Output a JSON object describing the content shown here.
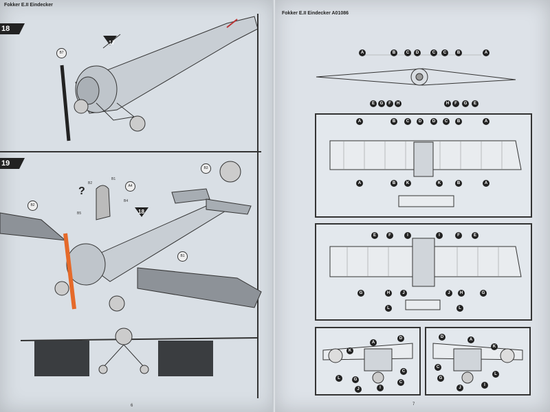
{
  "left_page": {
    "header": "Fokker E.II Eindecker",
    "step_18": {
      "number": "18",
      "callout_number": "17",
      "part_refs": [
        "B7"
      ]
    },
    "step_19": {
      "number": "19",
      "callout_number": "18",
      "help_symbol": "?",
      "part_refs": [
        "B3",
        "B2",
        "B1",
        "A4",
        "B1",
        "B2",
        "B4",
        "B5"
      ]
    },
    "page_number": "6"
  },
  "right_page": {
    "header": "Fokker E.II Eindecker A01086",
    "page_number": "7",
    "top_view_callouts_top": [
      "A",
      "B",
      "C",
      "D",
      "C",
      "C",
      "B",
      "A"
    ],
    "top_view_callouts_bottom": [
      "E",
      "G",
      "F",
      "H",
      "H",
      "F",
      "G",
      "E"
    ],
    "box1_callouts_top": [
      "A",
      "B",
      "C",
      "D",
      "D",
      "C",
      "B",
      "A"
    ],
    "box1_callouts_bottom": [
      "A",
      "B",
      "K",
      "K",
      "B",
      "A"
    ],
    "box2_callouts_top": [
      "E",
      "F",
      "I",
      "I",
      "F",
      "E"
    ],
    "box2_callouts_bottom": [
      "G",
      "H",
      "J",
      "J",
      "H",
      "G"
    ],
    "box2_callouts_tail": [
      "L",
      "L"
    ],
    "box3_callouts": [
      "K",
      "A",
      "D",
      "L",
      "G",
      "C",
      "J",
      "I",
      "C"
    ],
    "box4_callouts": [
      "D",
      "A",
      "K",
      "C",
      "G",
      "J",
      "I",
      "L"
    ]
  }
}
